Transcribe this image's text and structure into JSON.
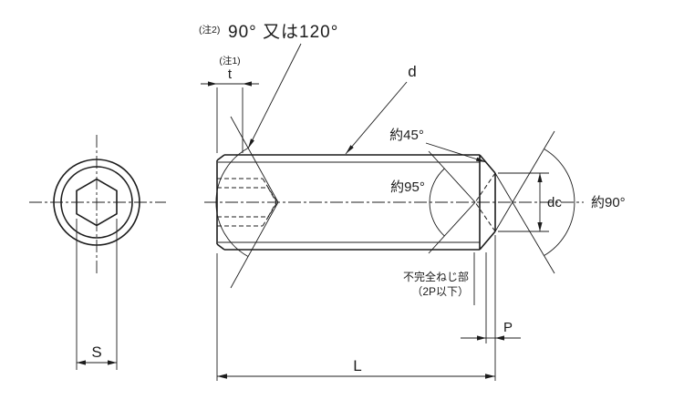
{
  "colors": {
    "line": "#1c1c1c",
    "background": "#ffffff"
  },
  "labels": {
    "note2": "(注2)",
    "socket_angle": "90° 又は120°",
    "note1": "(注1)",
    "socket_depth": "t",
    "thread_diameter": "d",
    "chamfer_angle": "約45°",
    "cup_angle": "約95°",
    "point_angle": "約90°",
    "cup_diameter": "dc",
    "incomplete_thread_note_line1": "不完全ねじ部",
    "incomplete_thread_note_line2": "（2P以下）",
    "pitch": "P",
    "overall_length": "L",
    "width_across_flats": "S"
  }
}
